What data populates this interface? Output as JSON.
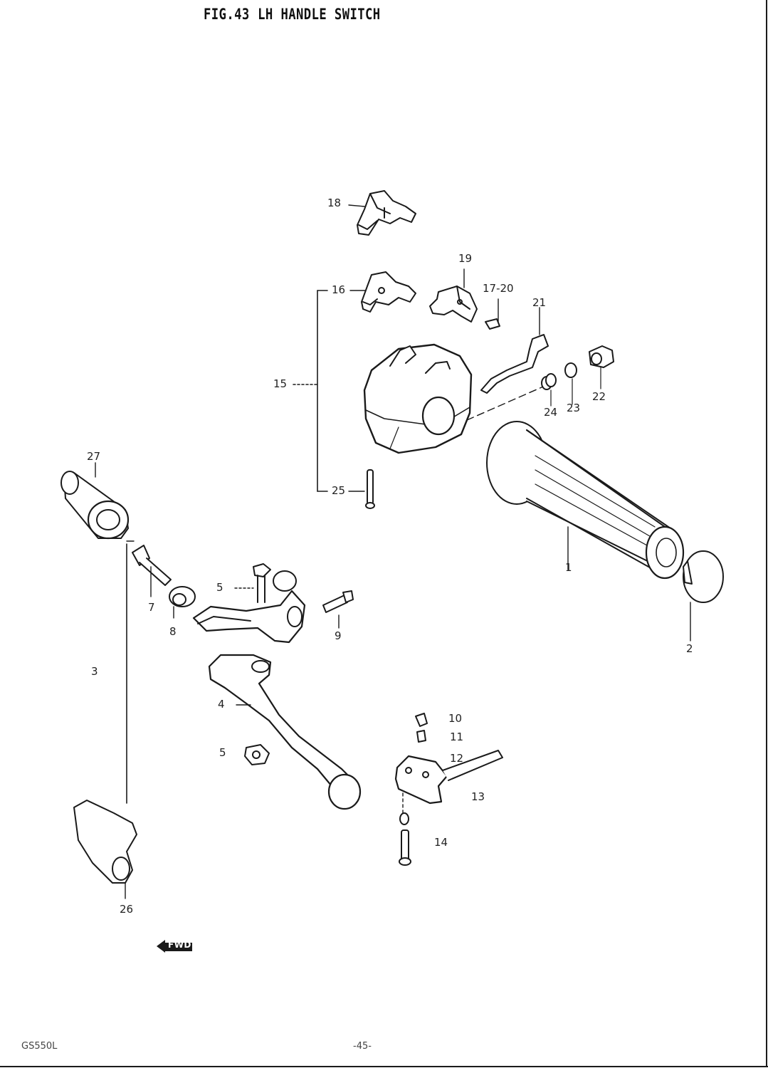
{
  "header": {
    "fig": "FIG.43",
    "title": "LH HANDLE SWITCH"
  },
  "callouts": {
    "c1": "1",
    "c2": "2",
    "c3": "3",
    "c4": "4",
    "c5a": "5",
    "c5b": "5",
    "c7": "7",
    "c8": "8",
    "c9": "9",
    "c10": "10",
    "c11": "11",
    "c12": "12",
    "c13": "13",
    "c14": "14",
    "c15": "15",
    "c16": "16",
    "c1720": "17-20",
    "c18": "18",
    "c19": "19",
    "c21": "21",
    "c22": "22",
    "c23": "23",
    "c24": "24",
    "c25": "25",
    "c26": "26",
    "c27": "27"
  },
  "fwd": "FWD",
  "footer": {
    "model": "GS550L",
    "page": "-45-"
  },
  "icons": {
    "fwd_arrow": "forward-arrow-icon"
  }
}
